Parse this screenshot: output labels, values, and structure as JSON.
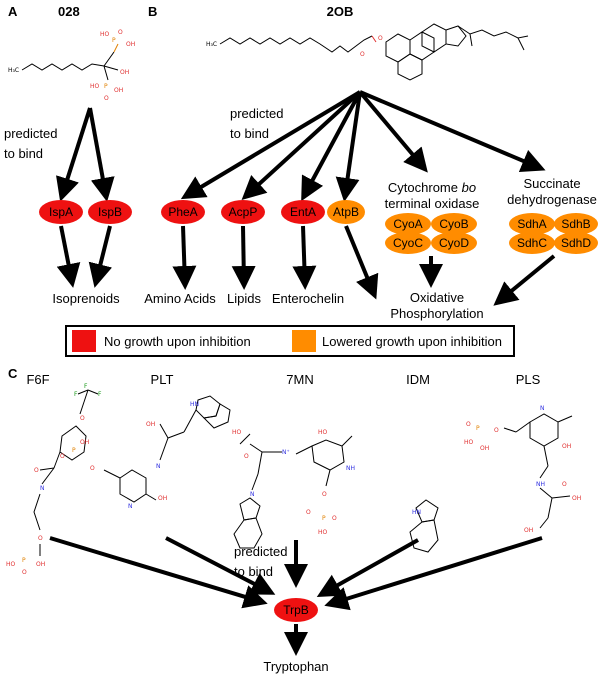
{
  "colors": {
    "no_growth": "#ee1111",
    "lowered_growth": "#ff8c00",
    "arrow": "#000000"
  },
  "panels": {
    "a": "A",
    "b": "B",
    "c": "C"
  },
  "compounds": {
    "a_name": "028",
    "b_name": "2OB",
    "c_names": [
      "F6F",
      "PLT",
      "7MN",
      "IDM",
      "PLS"
    ]
  },
  "labels": {
    "predicted_a_line1": "predicted",
    "predicted_a_line2": "to bind",
    "predicted_b_line1": "predicted",
    "predicted_b_line2": "to bind",
    "predicted_c_line1": "predicted",
    "predicted_c_line2": "to bind"
  },
  "nodes": {
    "ispa": "IspA",
    "ispb": "IspB",
    "phea": "PheA",
    "acpp": "AcpP",
    "enta": "EntA",
    "atpb": "AtpB",
    "cyoa": "CyoA",
    "cyob": "CyoB",
    "cyoc": "CyoC",
    "cyod": "CyoD",
    "sdha": "SdhA",
    "sdhb": "SdhB",
    "sdhc": "SdhC",
    "sdhd": "SdhD",
    "trpb": "TrpB"
  },
  "groups": {
    "cyo_line1": "Cytochrome",
    "cyo_italic": "bo",
    "cyo_line2": "terminal oxidase",
    "sdh_line1": "Succinate",
    "sdh_line2": "dehydrogenase"
  },
  "outputs": {
    "isoprenoids": "Isoprenoids",
    "amino_acids": "Amino Acids",
    "lipids": "Lipids",
    "enterochelin": "Enterochelin",
    "oxphos_line1": "Oxidative",
    "oxphos_line2": "Phosphorylation",
    "tryptophan": "Tryptophan"
  },
  "legend": {
    "no_growth": "No growth upon inhibition",
    "lowered_growth": "Lowered growth upon inhibition"
  }
}
